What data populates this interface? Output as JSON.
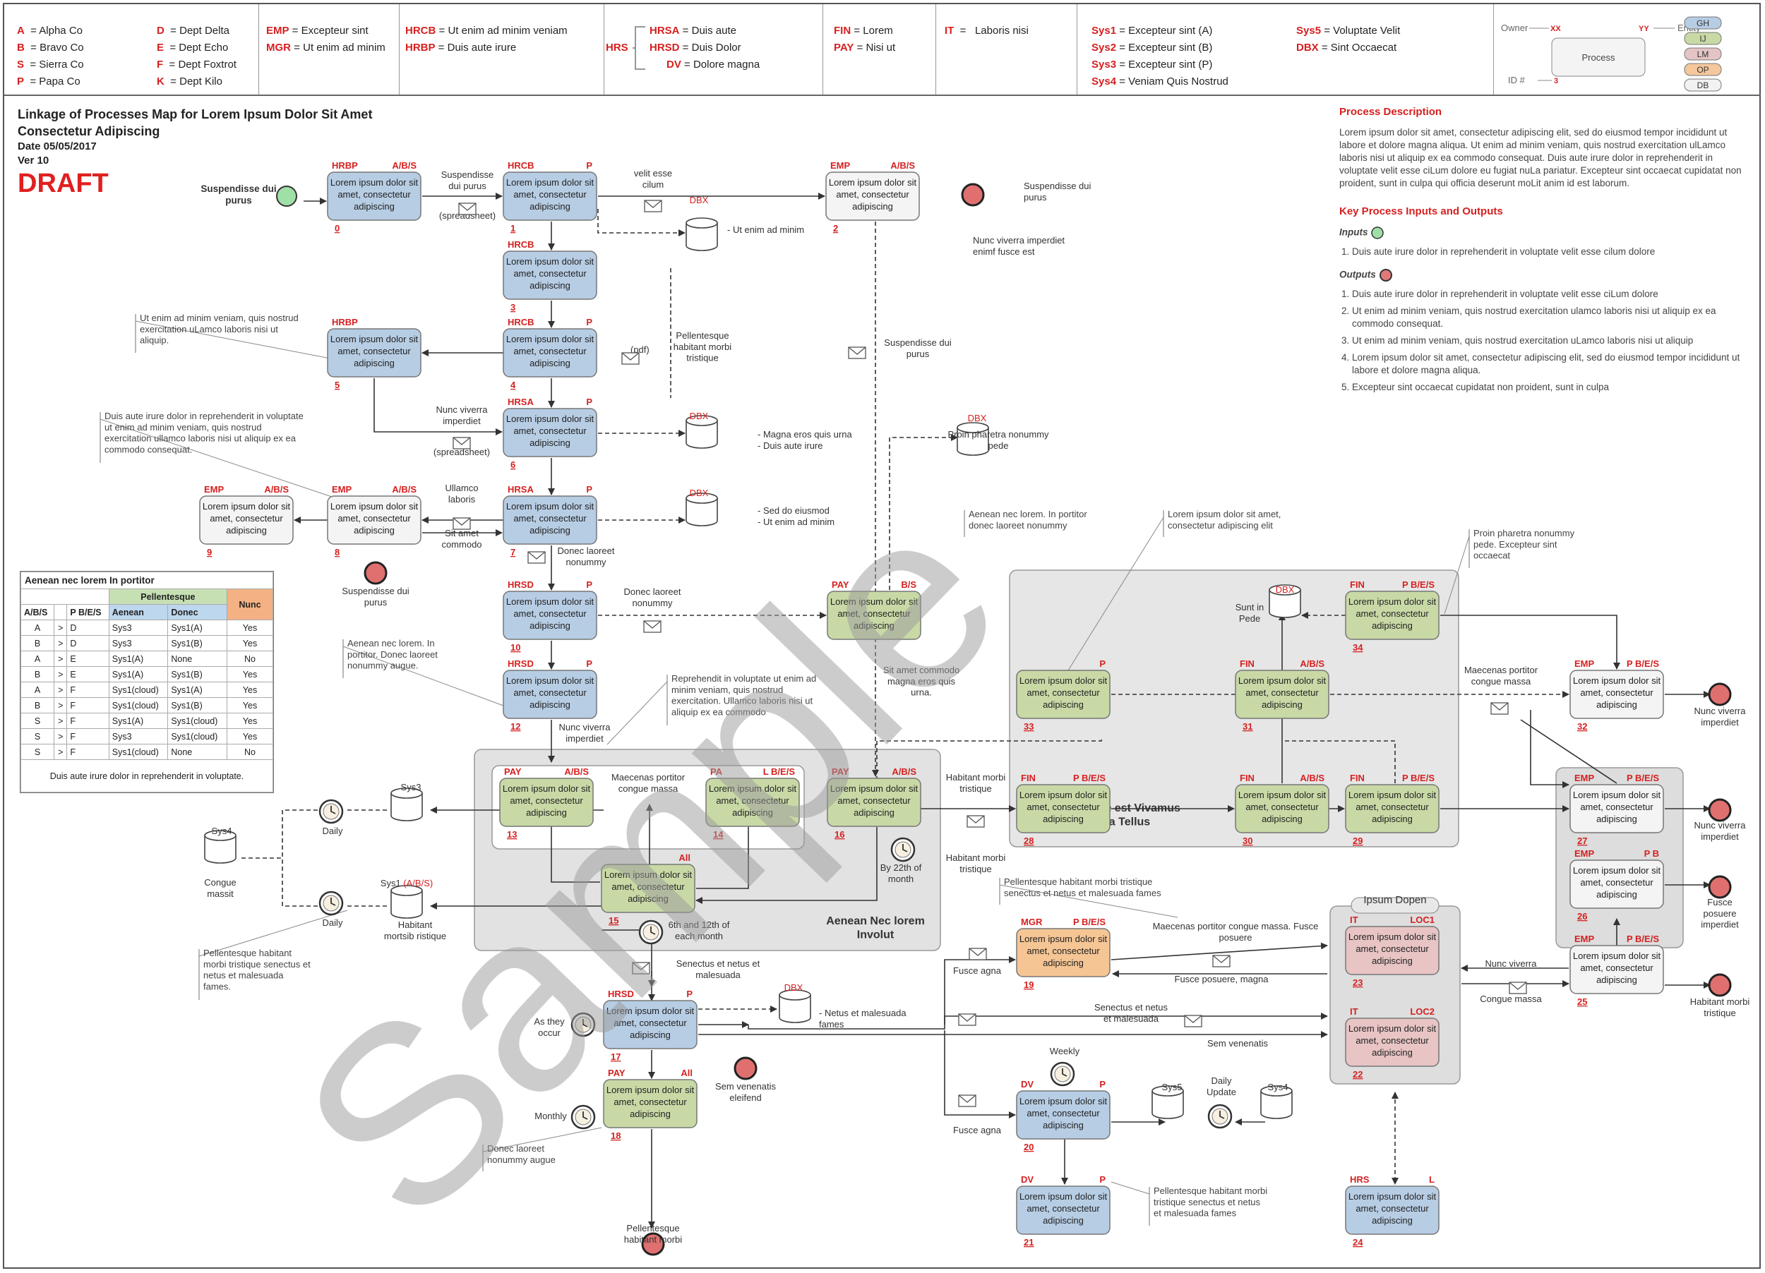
{
  "legend": {
    "groups": [
      {
        "codes": [
          [
            "A",
            "Alpha Co"
          ],
          [
            "B",
            "Bravo Co"
          ],
          [
            "S",
            "Sierra Co"
          ],
          [
            "P",
            "Papa Co"
          ]
        ]
      },
      {
        "codes": [
          [
            "D",
            "Dept Delta"
          ],
          [
            "E",
            "Dept Echo"
          ],
          [
            "F",
            "Dept Foxtrot"
          ],
          [
            "K",
            "Dept Kilo"
          ]
        ]
      },
      {
        "codes": [
          [
            "EMP",
            "Excepteur sint"
          ],
          [
            "MGR",
            "Ut enim ad minim"
          ]
        ]
      },
      {
        "codes": [
          [
            "HRCB",
            "Ut enim ad minim veniam"
          ],
          [
            "HRBP",
            "Duis aute irure"
          ]
        ]
      },
      {
        "hrs_label": "HRS",
        "codes": [
          [
            "HRSA",
            "Duis aute"
          ],
          [
            "HRSD",
            "Duis Dolor"
          ],
          [
            "DV",
            "Dolore magna"
          ]
        ]
      },
      {
        "codes": [
          [
            "FIN",
            "Lorem"
          ],
          [
            "PAY",
            "Nisi ut"
          ]
        ]
      },
      {
        "codes": [
          [
            "IT",
            "Laboris nisi"
          ]
        ]
      },
      {
        "codes": [
          [
            "Sys1",
            "Excepteur sint (A)"
          ],
          [
            "Sys2",
            "Excepteur sint (B)"
          ],
          [
            "Sys3",
            "Excepteur sint (P)"
          ],
          [
            "Sys4",
            "Veniam Quis Nostrud"
          ]
        ]
      },
      {
        "codes": [
          [
            "Sys5",
            "Voluptate Velit"
          ],
          [
            "DBX",
            "Sint Occaecat"
          ]
        ]
      }
    ],
    "key": {
      "owner": "Owner",
      "xx": "XX",
      "yy": "YY",
      "entity": "Entity",
      "process": "Process",
      "id": "ID #",
      "idnum": "3"
    },
    "swatches": [
      {
        "label": "GH",
        "color": "#b7cde4"
      },
      {
        "label": "IJ",
        "color": "#c8d9a6"
      },
      {
        "label": "LM",
        "color": "#e4c4c4"
      },
      {
        "label": "OP",
        "color": "#f4c79c"
      },
      {
        "label": "DB",
        "color": "#f2f2f2"
      }
    ]
  },
  "header": {
    "title1": "Linkage of Processes Map for Lorem Ipsum Dolor Sit Amet",
    "title2": "Consectetur Adipiscing",
    "date": "Date 05/05/2017",
    "ver": "Ver 10",
    "draft": "DRAFT"
  },
  "description": {
    "title": "Process Description",
    "text": "Lorem ipsum dolor sit amet, consectetur adipiscing elit, sed do eiusmod tempor incididunt ut labore et dolore magna aliqua. Ut enim ad minim veniam, quis nostrud exercitation ulLamco laboris nisi ut aliquip ex ea commodo consequat. Duis aute irure dolor in reprehenderit in voluptate velit esse ciLum dolore eu fugiat nuLa pariatur. Excepteur sint occaecat cupidatat non proident, sunt in culpa qui officia deserunt moLit anim id est laborum.",
    "kpio": "Key Process Inputs and Outputs",
    "inputs_label": "Inputs",
    "inputs": [
      "Duis aute irure dolor in reprehenderit in voluptate velit esse cilum dolore"
    ],
    "outputs_label": "Outputs",
    "outputs": [
      "Duis aute irure dolor in reprehenderit in voluptate velit esse ciLum dolore",
      "Ut enim ad minim veniam, quis nostrud exercitation ulamco laboris nisi ut aliquip ex ea commodo consequat.",
      "Ut enim ad minim veniam, quis nostrud exercitation uLamco laboris nisi ut aliquip",
      "Lorem ipsum dolor sit amet, consectetur adipiscing elit, sed do eiusmod tempor incididunt ut labore et dolore magna aliqua.",
      "Excepteur sint occaecat cupidatat non proident, sunt in culpa"
    ]
  },
  "table": {
    "caption": "Aenean nec lorem In portitor",
    "group_header": "Pellentesque",
    "nunc": "Nunc",
    "cols": [
      "A/B/S",
      "",
      "P B/E/S",
      "Aenean",
      "Donec"
    ],
    "rows": [
      [
        "A",
        ">",
        "D",
        "Sys3",
        "Sys1(A)",
        "Yes"
      ],
      [
        "B",
        ">",
        "D",
        "Sys3",
        "Sys1(B)",
        "Yes"
      ],
      [
        "A",
        ">",
        "E",
        "Sys1(A)",
        "None",
        "No"
      ],
      [
        "B",
        ">",
        "E",
        "Sys1(A)",
        "Sys1(B)",
        "Yes"
      ],
      [
        "A",
        ">",
        "F",
        "Sys1(cloud)",
        "Sys1(A)",
        "Yes"
      ],
      [
        "B",
        ">",
        "F",
        "Sys1(cloud)",
        "Sys1(B)",
        "Yes"
      ],
      [
        "S",
        ">",
        "F",
        "Sys1(A)",
        "Sys1(cloud)",
        "Yes"
      ],
      [
        "S",
        ">",
        "F",
        "Sys3",
        "Sys1(cloud)",
        "Yes"
      ],
      [
        "S",
        ">",
        "F",
        "Sys1(cloud)",
        "None",
        "No"
      ]
    ],
    "footer": "Duis aute irure dolor in reprehenderit in voluptate."
  },
  "diagram": {
    "process_text": [
      "Lorem ipsum dolor sit",
      "amet, consectetur",
      "adipiscing"
    ],
    "watermark": "Sample",
    "colors": {
      "blue": "#b7cde4",
      "green": "#c8d9a6",
      "pink": "#e8c4c4",
      "orange": "#f5c594",
      "white": "#f4f4f4",
      "red": "#d62020"
    },
    "processes": [
      {
        "id": "0",
        "code": "HRBP",
        "entity": "A/B/S",
        "color": "blue"
      },
      {
        "id": "1",
        "code": "HRCB",
        "entity": "P",
        "color": "blue"
      },
      {
        "id": "2",
        "code": "EMP",
        "entity": "A/B/S",
        "color": "white"
      },
      {
        "id": "3",
        "code": "HRCB",
        "entity": "",
        "color": "blue"
      },
      {
        "id": "4",
        "code": "HRCB",
        "entity": "P",
        "color": "blue"
      },
      {
        "id": "5",
        "code": "HRBP",
        "entity": "",
        "color": "blue"
      },
      {
        "id": "6",
        "code": "HRSA",
        "entity": "P",
        "color": "blue"
      },
      {
        "id": "7",
        "code": "HRSA",
        "entity": "P",
        "color": "blue"
      },
      {
        "id": "8",
        "code": "EMP",
        "entity": "A/B/S",
        "color": "white"
      },
      {
        "id": "9",
        "code": "EMP",
        "entity": "A/B/S",
        "color": "white"
      },
      {
        "id": "10",
        "code": "HRSD",
        "entity": "P",
        "color": "blue"
      },
      {
        "id": "12",
        "code": "HRSD",
        "entity": "P",
        "color": "blue"
      },
      {
        "id": "13",
        "code": "PAY",
        "entity": "A/B/S",
        "color": "green"
      },
      {
        "id": "14",
        "code": "PA",
        "entity": "L B/E/S",
        "color": "green"
      },
      {
        "id": "15",
        "code": "",
        "entity": "All",
        "color": "green"
      },
      {
        "id": "16",
        "code": "PAY",
        "entity": "A/B/S",
        "color": "green"
      },
      {
        "id": "17",
        "code": "HRSD",
        "entity": "P",
        "color": "blue"
      },
      {
        "id": "18",
        "code": "PAY",
        "entity": "All",
        "color": "green"
      },
      {
        "id": "19",
        "code": "MGR",
        "entity": "P B/E/S",
        "color": "orange"
      },
      {
        "id": "20",
        "code": "DV",
        "entity": "P",
        "color": "blue"
      },
      {
        "id": "21",
        "code": "DV",
        "entity": "P",
        "color": "blue"
      },
      {
        "id": "22",
        "code": "IT",
        "entity": "LOC2",
        "color": "pink"
      },
      {
        "id": "23",
        "code": "IT",
        "entity": "LOC1",
        "color": "pink"
      },
      {
        "id": "24",
        "code": "HRS",
        "entity": "L",
        "color": "blue"
      },
      {
        "id": "25",
        "code": "EMP",
        "entity": "P B/E/S",
        "color": "white"
      },
      {
        "id": "26",
        "code": "EMP",
        "entity": "P B",
        "color": "white"
      },
      {
        "id": "27",
        "code": "EMP",
        "entity": "P B/E/S",
        "color": "white"
      },
      {
        "id": "28",
        "code": "FIN",
        "entity": "P B/E/S",
        "color": "green"
      },
      {
        "id": "29",
        "code": "FIN",
        "entity": "P B/E/S",
        "color": "green"
      },
      {
        "id": "30",
        "code": "FIN",
        "entity": "A/B/S",
        "color": "green"
      },
      {
        "id": "31",
        "code": "FIN",
        "entity": "A/B/S",
        "color": "green"
      },
      {
        "id": "32",
        "code": "EMP",
        "entity": "P B/E/S",
        "color": "white"
      },
      {
        "id": "33",
        "code": "",
        "entity": "P",
        "color": "green"
      },
      {
        "id": "34",
        "code": "FIN",
        "entity": "P B/E/S",
        "color": "green"
      },
      {
        "id": "",
        "code": "PAY",
        "entity": "B/S",
        "color": "green"
      }
    ],
    "groups": [
      {
        "label": "Aenean Nec lorem\nInvolut"
      },
      {
        "label": "Fusce est Vivamus\na Tellus"
      },
      {
        "label": ""
      },
      {
        "label": ""
      },
      {
        "label": "Ipsum Dopen"
      }
    ],
    "events": [
      {
        "label": "Suspendisse dui\npurus"
      },
      {
        "label": "Suspendisse dui\npurus"
      },
      {
        "label": "Nunc viverra\nimperdiet"
      },
      {
        "label": "Nunc viverra\nimperdiet"
      },
      {
        "label": "Fusce\nposuere\nimperdiet"
      },
      {
        "label": "Habitant morbi\ntristique"
      },
      {
        "label": "Sem venenatis\neleifend"
      },
      {
        "label": "Pellentesque\nhabitant morbi"
      },
      {
        "label": "Senectus et netus et\nmalesuada"
      }
    ],
    "dbs": [
      {
        "label": "DBX"
      },
      {
        "label": "DBX"
      },
      {
        "label": "DBX"
      },
      {
        "label": "DBX"
      },
      {
        "label": "DBX"
      },
      {
        "label": "DBX"
      },
      {
        "label": "Sys3"
      },
      {
        "label": "Sys4"
      },
      {
        "label": "Sys1 (A/B/S)"
      },
      {
        "label": "Sys5"
      },
      {
        "label": "Sys4"
      }
    ],
    "clocks": [
      {
        "label": "Daily"
      },
      {
        "label": "Daily"
      },
      {
        "label": "6th and 12th of\neach month"
      },
      {
        "label": "By 22th of\nmonth"
      },
      {
        "label": "As they\noccur"
      },
      {
        "label": "Monthly"
      },
      {
        "label": "Weekly"
      },
      {
        "label": "Daily\nUpdate"
      }
    ],
    "texts": [
      "Suspendisse\ndui purus",
      "(spreadsheet)",
      "velit esse\ncilum",
      "- Ut enim ad minim",
      "Nunc viverra imperdiet\nenimf fusce est",
      "(pdf)",
      "Pellentesque\nhabitant morbi\ntristique",
      "Suspendisse dui\npurus",
      "Nunc viverra\nimperdiet",
      "(spreadsheet)",
      "- Magna eros quis urna\n- Duis aute irure",
      "Proin pharetra nonummy\npede",
      "Ullamco\nlaboris",
      "Sit amet\ncommodo",
      "- Sed do eiusmod\n- Ut enim ad minim",
      "Donec laoreet\nnonummy",
      "Donec laoreet\nnonummy",
      "Nunc viverra\nimperdiet",
      "Maecenas portitor\ncongue massa",
      "Habitant morbi\ntristique",
      "Sit amet commodo\nmagna eros quis\nurna.",
      "Habitant morbi\ntristique",
      "Habitant\nmortsib ristique",
      "Congue\nmassit",
      "Senectus et netus et\nmalesuada",
      "- Netus et malesuada\nfames",
      "Fusce agna",
      "Fusce agna",
      "Maecenas portitor congue massa. Fusce\nposuere",
      "Fusce posuere, magna",
      "Senectus et netus\net malesuada",
      "Sem venenatis",
      "Nunc viverra",
      "Congue massa",
      "Maecenas portitor\ncongue massa",
      "Sunt in\nPede"
    ],
    "callouts": [
      "Ut enim ad minim veniam, quis nostrud\nexercitation uLamco laboris nisi ut\naliquip.",
      "Duis aute irure dolor in reprehenderit in voluptate\nut enim ad minim veniam, quis nostrud\nexercitation ullamco laboris nisi ut aliquip ex ea\ncommodo consequat.",
      "Aenean nec lorem. In\nportitor. Donec laoreet\nnonummy augue.",
      "Reprehendit in voluptate ut enim ad\nminim veniam, quis nostrud\nexercitation. Ullamco laboris nisi ut\naliquip ex ea commodo",
      "Aenean nec lorem. In portitor\ndonec laoreet nonummy",
      "Lorem ipsum dolor sit amet,\nconsectetur adipiscing elit",
      "Proin pharetra nonummy\npede. Excepteur sint\noccaecat",
      "Pellentesque habitant morbi tristique\nsenectus et netus et malesuada fames",
      "Pellentesque habitant\nmorbi tristique senectus et\nnetus et malesuada\nfames.",
      "Donec laoreet\nnonummy augue",
      "Pellentesque habitant morbi\ntristique senectus et netus\net malesuada fames"
    ],
    "start_label": "Suspendisse dui\npurus"
  }
}
